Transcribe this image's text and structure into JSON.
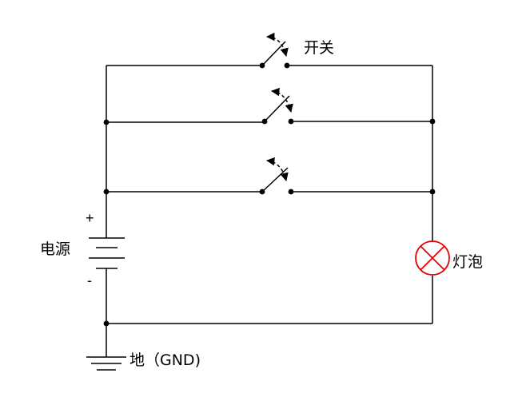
{
  "labels": {
    "switch": "开关",
    "power": "电源",
    "plus": "+",
    "minus": "-",
    "bulb": "灯泡",
    "ground": "地（GND)"
  },
  "colors": {
    "wire": "#000000",
    "bulb": "#e60000"
  },
  "icons": {
    "switch": "switch-icon",
    "battery": "battery-icon",
    "bulb": "lamp-icon",
    "ground": "ground-icon"
  }
}
